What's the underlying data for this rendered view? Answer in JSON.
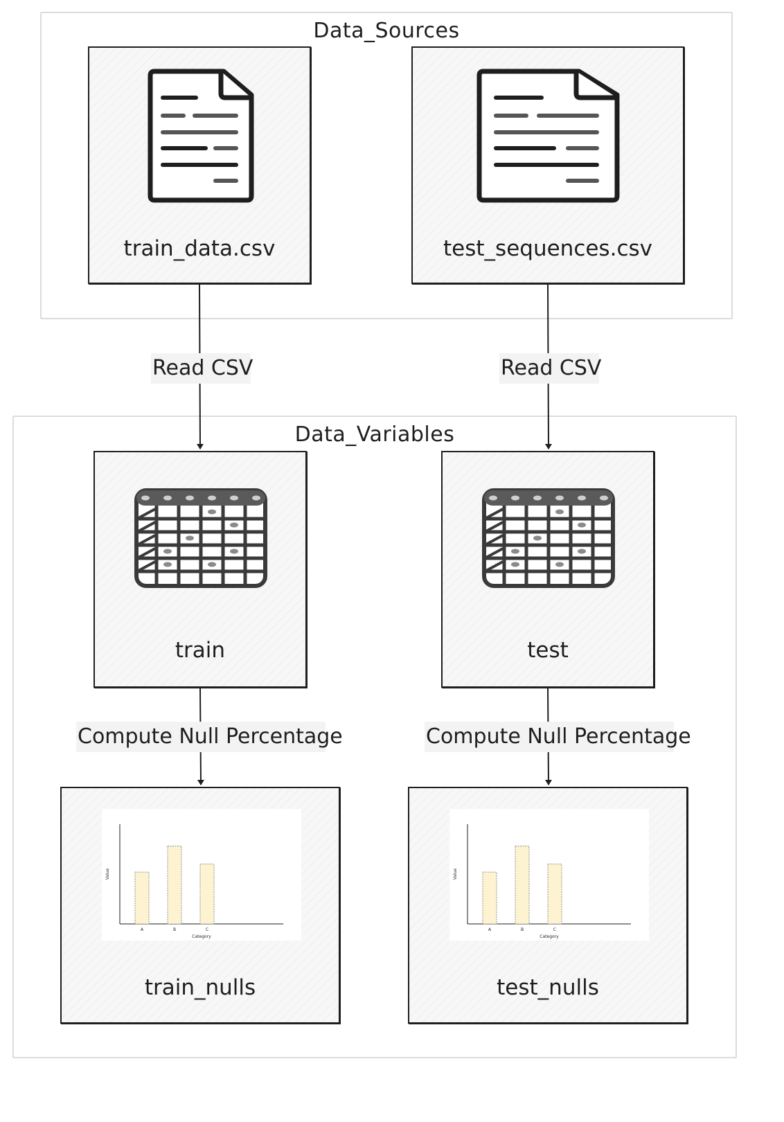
{
  "groups": {
    "sources": {
      "title": "Data_Sources"
    },
    "variables": {
      "title": "Data_Variables"
    }
  },
  "nodes": {
    "train_csv": {
      "label": "train_data.csv",
      "icon": "document-icon"
    },
    "test_csv": {
      "label": "test_sequences.csv",
      "icon": "document-icon"
    },
    "train": {
      "label": "train",
      "icon": "table-icon"
    },
    "test": {
      "label": "test",
      "icon": "table-icon"
    },
    "train_nulls": {
      "label": "train_nulls",
      "icon": "bar-chart-icon"
    },
    "test_nulls": {
      "label": "test_nulls",
      "icon": "bar-chart-icon"
    }
  },
  "edges": {
    "read_train": {
      "label": "Read CSV"
    },
    "read_test": {
      "label": "Read CSV"
    },
    "null_train": {
      "label": "Compute Null Percentage"
    },
    "null_test": {
      "label": "Compute Null Percentage"
    }
  },
  "mini_chart": {
    "ylabel": "Value",
    "xlabel": "Category",
    "categories": [
      "A",
      "B",
      "C"
    ],
    "bar_color": "#fdf3d0"
  }
}
